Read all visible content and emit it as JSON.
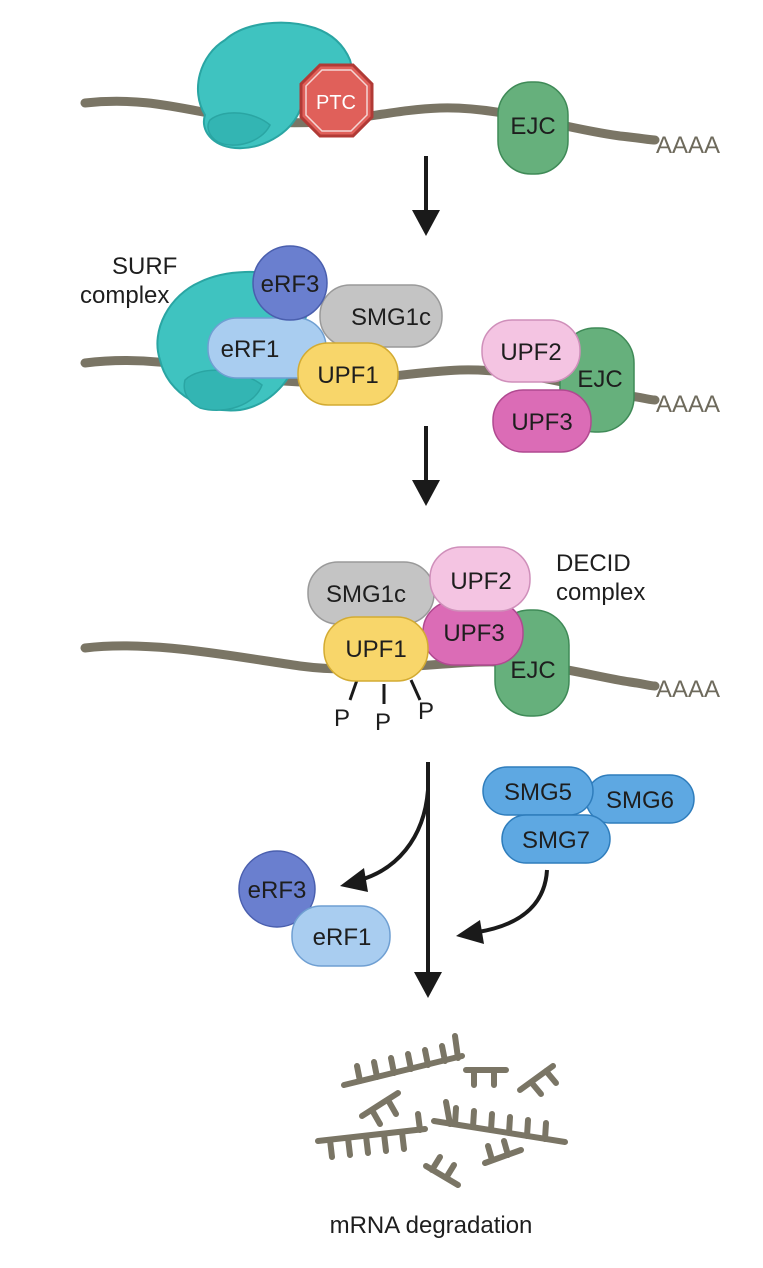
{
  "colors": {
    "ribosome": "#3fc3c0",
    "ribosome_dark": "#2aa5a3",
    "ptc": "#e0605a",
    "ejc": "#66b07c",
    "erf3": "#6a7fcf",
    "erf1": "#a9cdf0",
    "smg1c": "#c4c4c4",
    "upf1": "#f8d66a",
    "upf2": "#f4c4e2",
    "upf3": "#db6cb6",
    "smg": "#5ea8e2",
    "mrna": "#7a7565"
  },
  "stage1": {
    "ptc": "PTC",
    "ejc": "EJC",
    "polya": "AAAA"
  },
  "stage2": {
    "complex_line1": "SURF",
    "complex_line2": "complex",
    "erf3": "eRF3",
    "erf1": "eRF1",
    "smg1c": "SMG1c",
    "upf1": "UPF1",
    "upf2": "UPF2",
    "upf3": "UPF3",
    "ejc": "EJC",
    "polya": "AAAA"
  },
  "stage3": {
    "complex_line1": "DECID",
    "complex_line2": "complex",
    "smg1c": "SMG1c",
    "upf1": "UPF1",
    "upf2": "UPF2",
    "upf3": "UPF3",
    "ejc": "EJC",
    "polya": "AAAA",
    "phospho": [
      "P",
      "P",
      "P"
    ]
  },
  "stage4": {
    "smg5": "SMG5",
    "smg6": "SMG6",
    "smg7": "SMG7",
    "erf3": "eRF3",
    "erf1": "eRF1"
  },
  "caption": "mRNA degradation"
}
